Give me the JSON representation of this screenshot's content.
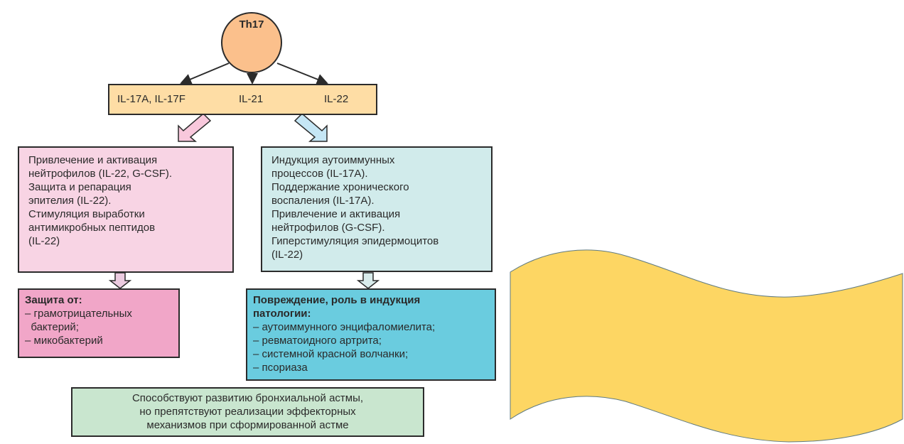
{
  "diagram": {
    "source_cell": {
      "label": "Th17",
      "color": "#fbc08c"
    },
    "cytokines": {
      "items": [
        "IL-17A, IL-17F",
        "IL-21",
        "IL-22"
      ],
      "color": "#fedda5"
    },
    "left_branch": {
      "effects": [
        "Привлечение и активация",
        "нейтрофилов (IL-22, G-CSF).",
        "Защита и репарация",
        "эпителия (IL-22).",
        "Стимуляция выработки",
        "антимикробных пептидов",
        "(IL-22)"
      ],
      "effects_color": "#f8d4e4",
      "outcome_title": "Защита от:",
      "outcome_items": [
        "– грамотрицательных",
        "  бактерий;",
        "– микобактерий"
      ],
      "outcome_color": "#f1a6c8"
    },
    "right_branch": {
      "effects": [
        "Индукция аутоиммунных",
        "процессов (IL-17A).",
        "Поддержание хронического",
        "воспаления (IL-17A).",
        "Привлечение и активация",
        "нейтрофилов (G-CSF).",
        "Гиперстимуляция эпидермоцитов",
        "(IL-22)"
      ],
      "effects_color": "#d1ebeb",
      "outcome_title_lines": [
        "Повреждение, роль в индукция",
        "патологии:"
      ],
      "outcome_items": [
        "– аутоиммунного энцифаломиелита;",
        "– ревматоидного артрита;",
        "– системной красной волчанки;",
        "– псориаза"
      ],
      "outcome_color": "#6accdf"
    },
    "asthma_note": {
      "lines": [
        "Способствуют развитию бронхиальной астмы,",
        "но препятствуют реализации эффекторных",
        "механизмов при сформированной астме"
      ],
      "color": "#c9e6cf"
    },
    "decor_shape": {
      "type": "wave-banner",
      "color": "#fdd663",
      "outline": "#5f7a80"
    }
  }
}
